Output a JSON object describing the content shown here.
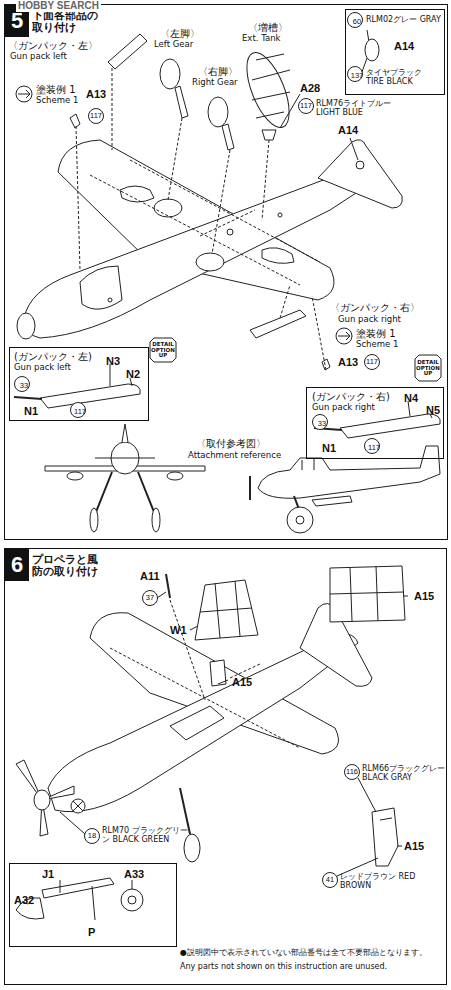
{
  "diagram": {
    "nodes": [
      {
        "text": [
          "5",
          "下面各部品の取り付け"
        ]
      },
      {
        "text": [
          "60",
          "RLM02グレー GRAY",
          "A14",
          "137",
          "タイヤブラック TIRE BLACK"
        ],
        "in": 0
      },
      {
        "text": [
          "(ガンパック・左)",
          "Gun pack left",
          "N3",
          "N2",
          "33",
          "N1",
          "117"
        ],
        "in": 0
      },
      {
        "text": [
          "(ガンパック・右)",
          "Gun pack right",
          "N4",
          "N5",
          "33",
          "N1",
          "117"
        ],
        "in": 0
      },
      {
        "text": [
          "6",
          "プロペラと風防の取り付け"
        ]
      },
      {
        "text": [
          "J1",
          "A33",
          "A32",
          "P"
        ],
        "in": 4
      }
    ],
    "labels": [
      "HOBBY SEARCH",
      "〈ガンパック・左〉",
      "Gun pack left",
      "〈左脚〉",
      "Left Gear",
      "〈増槽〉",
      "Ext. Tank",
      "〈右脚〉",
      "Right Gear",
      "A28",
      "117",
      "RLM76ライトブルー LIGHT BLUE",
      "塗装例 1",
      "Scheme 1",
      "A13",
      "117",
      "A14",
      "DETAIL OPTION UP",
      "DETAIL OPTION UP",
      "〈ガンパック・右〉",
      "Gun pack right",
      "塗装例 1",
      "Scheme 1",
      "A13",
      "117",
      "〈取付参考図〉",
      "Attachment reference",
      "A11",
      "37",
      "A15",
      "W1",
      "A15",
      "18",
      "RLM70 ブラックグリーン BLACK GREEN",
      "116",
      "RLM66ブラックグレー BLACK GRAY",
      "A15",
      "41",
      "レッドブラウン RED BROWN",
      "●説明図中で表示されていない部品番号は全て不要部品となります。",
      "Any parts not shown on this instruction are unused."
    ]
  }
}
